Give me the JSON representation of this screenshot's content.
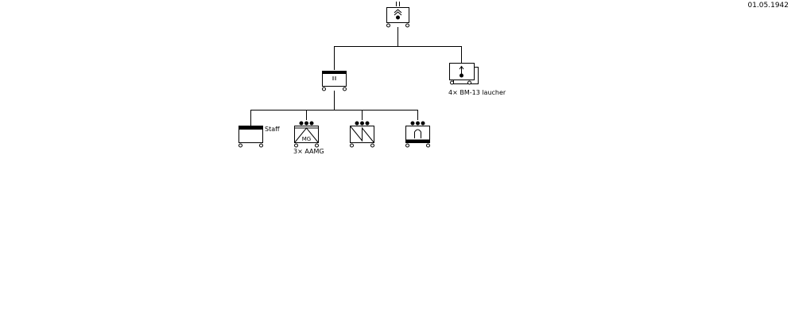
{
  "date": "01.05.1942",
  "colors": {
    "background": "#ffffff",
    "line": "#000000"
  },
  "units": {
    "hq": {
      "symbol": "mortar-hq-icon",
      "echelon": "II"
    },
    "battalion": {
      "symbol": "motorized-battalion-icon",
      "echelon": "II"
    },
    "rocket": {
      "symbol": "rocket-launcher-icon",
      "label": "4× BM-13 laucher"
    },
    "companies": [
      {
        "symbol": "staff-company-icon",
        "label": "Staff"
      },
      {
        "symbol": "aa-machinegun-company-icon",
        "label": "3× AAMG",
        "inner_text": "MG"
      },
      {
        "symbol": "signal-company-icon",
        "label": ""
      },
      {
        "symbol": "supply-company-icon",
        "label": ""
      }
    ]
  }
}
